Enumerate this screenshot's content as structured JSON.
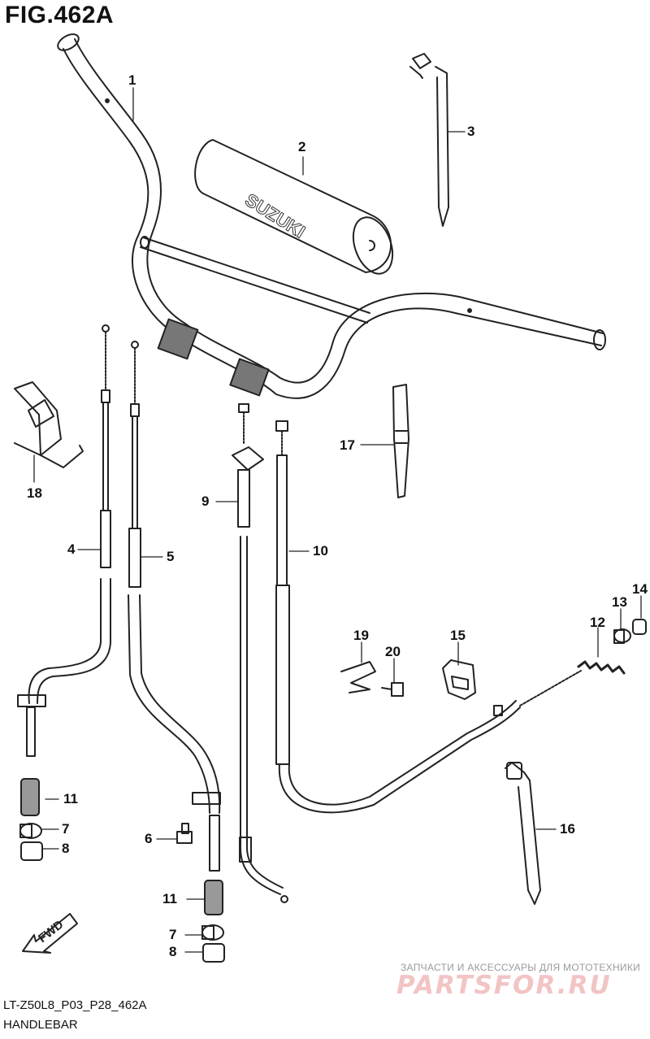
{
  "figure": {
    "title": "FIG.462A"
  },
  "footer": {
    "code": "LT-Z50L8_P03_P28_462A",
    "name": "HANDLEBAR"
  },
  "fwd_label": "FWD",
  "pad_brand": "SUZUKI",
  "callouts": {
    "c1": "1",
    "c2": "2",
    "c3": "3",
    "c4": "4",
    "c5": "5",
    "c6": "6",
    "c7a": "7",
    "c7b": "7",
    "c8a": "8",
    "c8b": "8",
    "c9": "9",
    "c10": "10",
    "c11a": "11",
    "c11b": "11",
    "c12": "12",
    "c13": "13",
    "c14": "14",
    "c15": "15",
    "c16": "16",
    "c17": "17",
    "c18": "18",
    "c19": "19",
    "c20": "20"
  },
  "watermark": {
    "top_text": "ЗАПЧАСТИ И АКСЕССУАРЫ ДЛЯ МОТОТЕХНИКИ",
    "logo_text": "PARTSFOR.RU"
  }
}
